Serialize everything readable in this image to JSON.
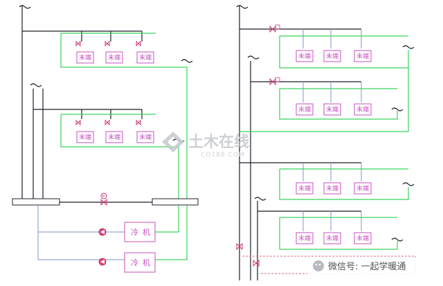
{
  "diagram": {
    "terminal_label": "末端",
    "chiller_label": "冷机",
    "pressure_gauge_symbol": "P"
  },
  "watermark": {
    "main": "土木在线",
    "sub": "CO188.COM"
  },
  "wechat": {
    "text": "微信号: 一起学暖通"
  },
  "colors": {
    "supply_pipe": "#1c1c28",
    "return_pipe": "#39d35a",
    "branch_pipe": "#7d94c8",
    "equipment": "#c64fbf",
    "valve": "#cc3a77"
  }
}
